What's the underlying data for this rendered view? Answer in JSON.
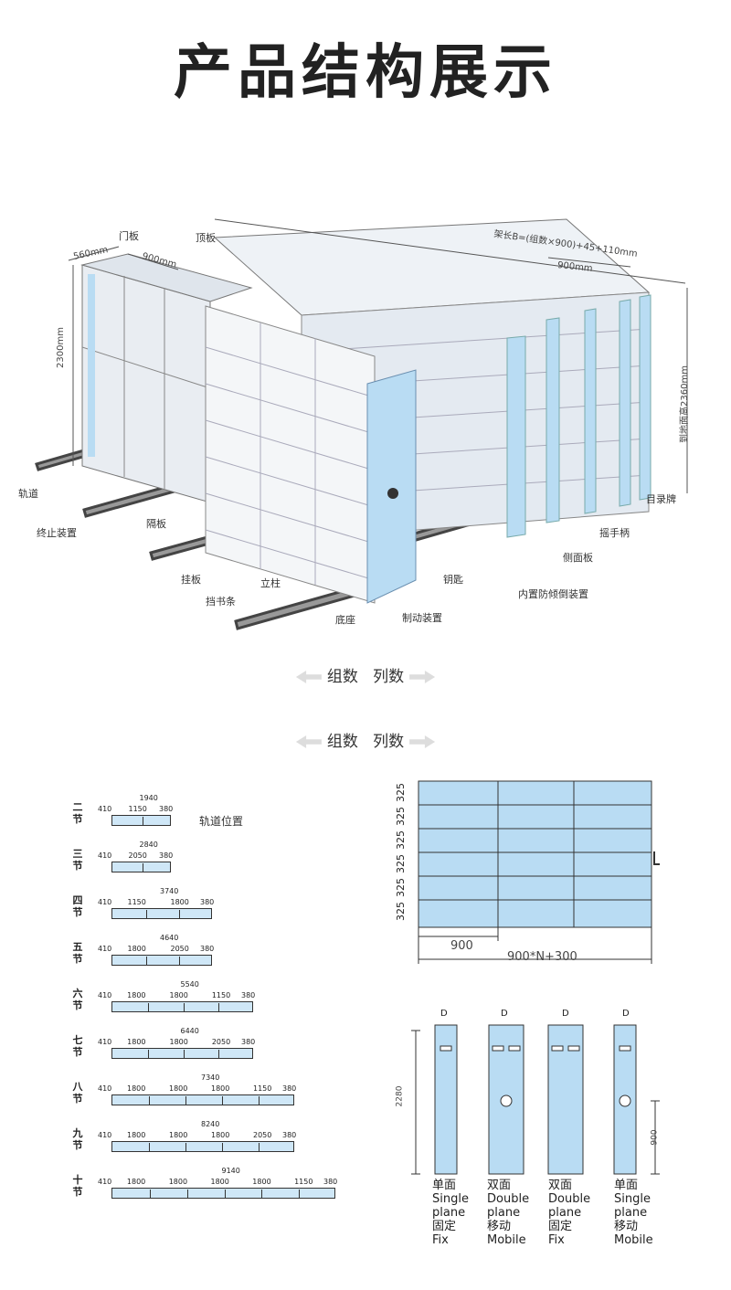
{
  "title": "产品结构展示",
  "top_diagram": {
    "labels": {
      "men_ban": "门板",
      "ding_ban": "顶板",
      "dim_560": "560mm",
      "dim_900": "900mm",
      "dim_2300": "2300mm",
      "jia_chang": "架长B=(组数×900)+45+110mm",
      "dim_900b": "900mm",
      "dao_di": "到地面高2360mm",
      "gui_dao": "轨道",
      "zhong_zhi": "终止装置",
      "ge_ban": "隔板",
      "gua_ban": "挂板",
      "dang_shu": "挡书条",
      "li_zhu": "立柱",
      "di_zuo": "底座",
      "zhi_dong": "制动装置",
      "yao_shi": "钥匙",
      "nei_zhi": "内置防倾倒装置",
      "ce_mian": "侧面板",
      "yao_shou": "摇手柄",
      "mu_lu": "目录牌"
    }
  },
  "arrow_row_1": {
    "left": "组数",
    "right": "列数"
  },
  "arrow_row_2": {
    "left": "组数",
    "right": "列数"
  },
  "rail_legend": "轨道位置",
  "rail_rows": [
    {
      "name": "二节",
      "total": "1940",
      "segs": [
        "410",
        "1150",
        "380"
      ]
    },
    {
      "name": "三节",
      "total": "2840",
      "segs": [
        "410",
        "2050",
        "380"
      ]
    },
    {
      "name": "四节",
      "total": "3740",
      "segs": [
        "410",
        "1150",
        "1800",
        "380"
      ]
    },
    {
      "name": "五节",
      "total": "4640",
      "segs": [
        "410",
        "1800",
        "2050",
        "380"
      ]
    },
    {
      "name": "六节",
      "total": "5540",
      "segs": [
        "410",
        "1800",
        "1800",
        "1150",
        "380"
      ]
    },
    {
      "name": "七节",
      "total": "6440",
      "segs": [
        "410",
        "1800",
        "1800",
        "2050",
        "380"
      ]
    },
    {
      "name": "八节",
      "total": "7340",
      "segs": [
        "410",
        "1800",
        "1800",
        "1800",
        "1150",
        "380"
      ]
    },
    {
      "name": "九节",
      "total": "8240",
      "segs": [
        "410",
        "1800",
        "1800",
        "1800",
        "2050",
        "380"
      ]
    },
    {
      "name": "十节",
      "total": "9140",
      "segs": [
        "410",
        "1800",
        "1800",
        "1800",
        "1800",
        "1150",
        "380"
      ]
    }
  ],
  "front_view": {
    "row_heights": [
      "325",
      "325",
      "325",
      "325",
      "325",
      "325"
    ],
    "dim_900": "900",
    "dim_total": "900*N+300"
  },
  "side_views": {
    "height": "2280",
    "handle_height": "900",
    "top_mark": "D",
    "items": [
      {
        "cn1": "单面",
        "en1": "Single",
        "en2": "plane",
        "cn2": "固定",
        "en3": "Fix"
      },
      {
        "cn1": "双面",
        "en1": "Double",
        "en2": "plane",
        "cn2": "移动",
        "en3": "Mobile"
      },
      {
        "cn1": "双面",
        "en1": "Double",
        "en2": "plane",
        "cn2": "固定",
        "en3": "Fix"
      },
      {
        "cn1": "单面",
        "en1": "Single",
        "en2": "plane",
        "cn2": "移动",
        "en3": "Mobile"
      }
    ]
  },
  "colors": {
    "panel_blue": "#b9dcf3",
    "frame": "#cfd8e3",
    "line": "#333333"
  }
}
